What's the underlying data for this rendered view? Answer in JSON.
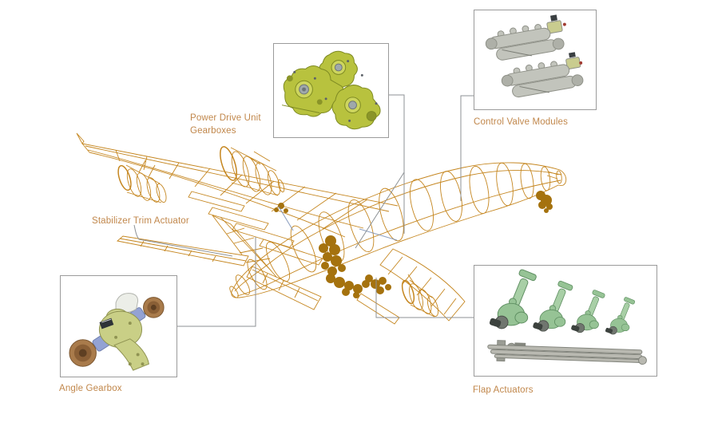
{
  "figure": {
    "kind": "labeled component callout diagram",
    "subject_drawing": "aircraft-wireframe"
  },
  "colors": {
    "label_text": "#c1874b",
    "wireframe": "#c5861f",
    "wireframe_dark": "#a5720e",
    "leader_line": "#8d9296",
    "box_border": "#9b9b9b",
    "shaft_blue": "#7a8fb5",
    "pdu_green": "#b8c23e",
    "pdu_green_dark": "#7e8a22",
    "valve_silver": "#c2c4bc",
    "valve_silver_dark": "#8f9188",
    "gearbox_green": "#c9cf86",
    "gearbox_green_dark": "#8f9352",
    "coupling_bronze": "#a97b4b",
    "collar_lavender": "#93a2d4",
    "actuator_green": "#96c395",
    "actuator_green_dark": "#5f8f62",
    "tube_silver": "#b9b9b1"
  },
  "callouts": {
    "power_drive_unit": {
      "label_line1": "Power Drive Unit",
      "label_line2": "Gearboxes",
      "photo": "pdu-gearboxes-photo"
    },
    "control_valve_modules": {
      "label": "Control Valve Modules",
      "photo": "control-valve-modules-photo"
    },
    "stabilizer_trim_actuator": {
      "label": "Stabilizer Trim Actuator"
    },
    "angle_gearbox": {
      "label": "Angle Gearbox",
      "photo": "angle-gearbox-photo"
    },
    "flap_actuators": {
      "label": "Flap Actuators",
      "photo": "flap-actuators-photo"
    }
  }
}
